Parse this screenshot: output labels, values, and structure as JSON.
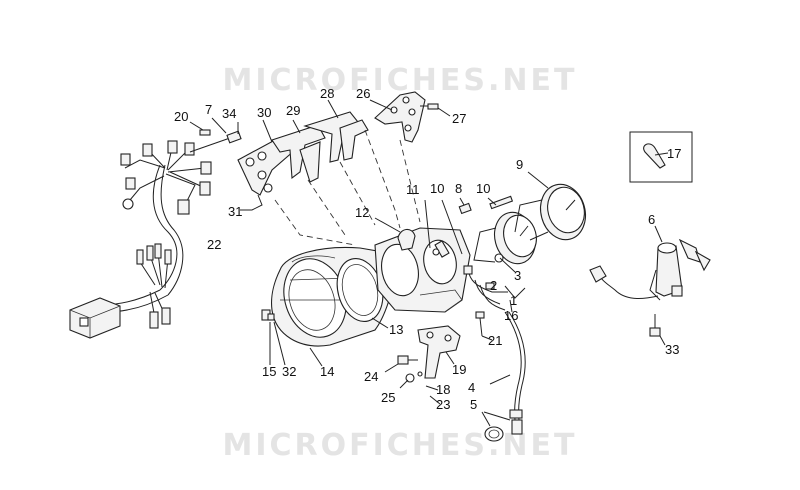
{
  "watermark": {
    "top": "MICROFICHES.NET",
    "bottom": "MICROFICHES.NET"
  },
  "callouts": {
    "c1": "1",
    "c2": "2",
    "c3": "3",
    "c4": "4",
    "c5": "5",
    "c6": "6",
    "c7": "7",
    "c8": "8",
    "c9": "9",
    "c10a": "10",
    "c10b": "10",
    "c11": "11",
    "c12": "12",
    "c13": "13",
    "c14": "14",
    "c15": "15",
    "c16": "16",
    "c17": "17",
    "c18": "18",
    "c19": "19",
    "c20": "20",
    "c21": "21",
    "c22": "22",
    "c23": "23",
    "c24": "24",
    "c25": "25",
    "c26": "26",
    "c27": "27",
    "c28": "28",
    "c29": "29",
    "c30": "30",
    "c31": "31",
    "c32": "32",
    "c33": "33",
    "c34": "34"
  },
  "colors": {
    "line": "#222222",
    "watermark": "#e4e4e4",
    "background": "#ffffff"
  }
}
